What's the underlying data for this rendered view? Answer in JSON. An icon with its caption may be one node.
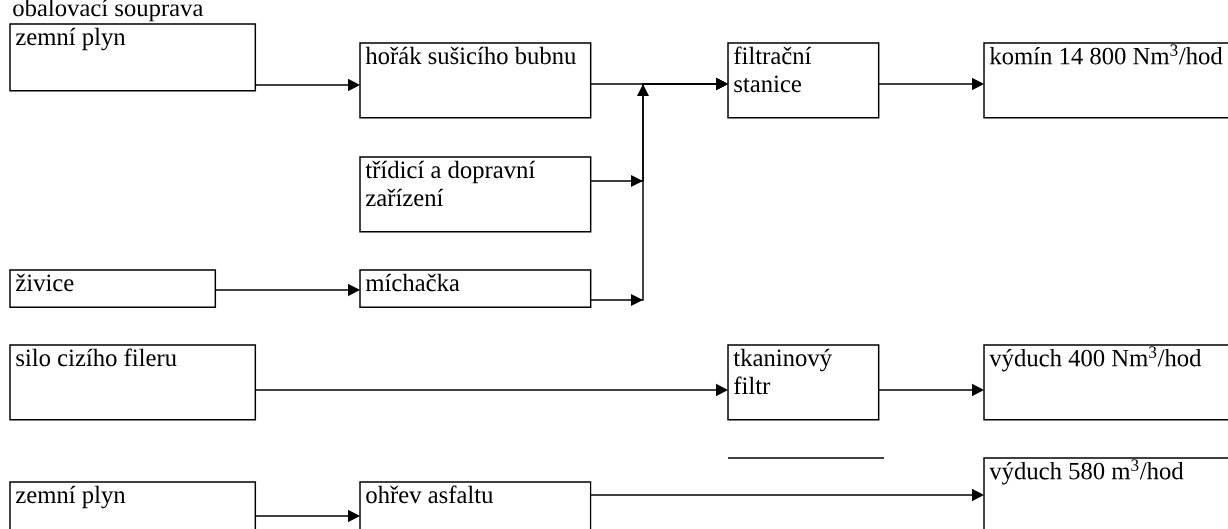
{
  "diagram": {
    "title": "obalovací souprava",
    "nodes": [
      {
        "text": [
          "zemní plyn"
        ]
      },
      {
        "text": [
          "hořák sušicího bubnu"
        ]
      },
      {
        "text": [
          "filtrační stanice"
        ]
      },
      {
        "text": [
          "komín 14 800 Nm$^{3}$/hod"
        ]
      },
      {
        "text": [
          "třídicí a dopravní zařízení"
        ]
      },
      {
        "text": [
          "živice"
        ]
      },
      {
        "text": [
          "míchačka"
        ]
      },
      {
        "text": [
          "silo cizího fileru"
        ]
      },
      {
        "text": [
          "tkaninový filtr"
        ]
      },
      {
        "text": [
          "výduch 400 Nm$^{3}$/hod"
        ]
      },
      {
        "text": [
          "zemní plyn"
        ]
      },
      {
        "text": [
          "ohřev asfaltu"
        ]
      },
      {
        "text": [
          "výduch 580 m$^{3}$/hod"
        ]
      }
    ],
    "edges": [
      {
        "from": 0,
        "to": 1,
        "arrow": "to"
      },
      {
        "from": 1,
        "to": 2,
        "arrow": "to"
      },
      {
        "from": 2,
        "to": 3,
        "arrow": "to"
      },
      {
        "from": 4,
        "to": 2,
        "arrow": "to"
      },
      {
        "from": 6,
        "to": 2,
        "arrow": "to"
      },
      {
        "from": 5,
        "to": 6,
        "arrow": "to"
      },
      {
        "from": 7,
        "to": 8,
        "arrow": "to"
      },
      {
        "from": 8,
        "to": 9,
        "arrow": "to"
      },
      {
        "from": 10,
        "to": 11,
        "arrow": "to"
      },
      {
        "from": 11,
        "to": 12,
        "arrow": "to"
      }
    ]
  }
}
